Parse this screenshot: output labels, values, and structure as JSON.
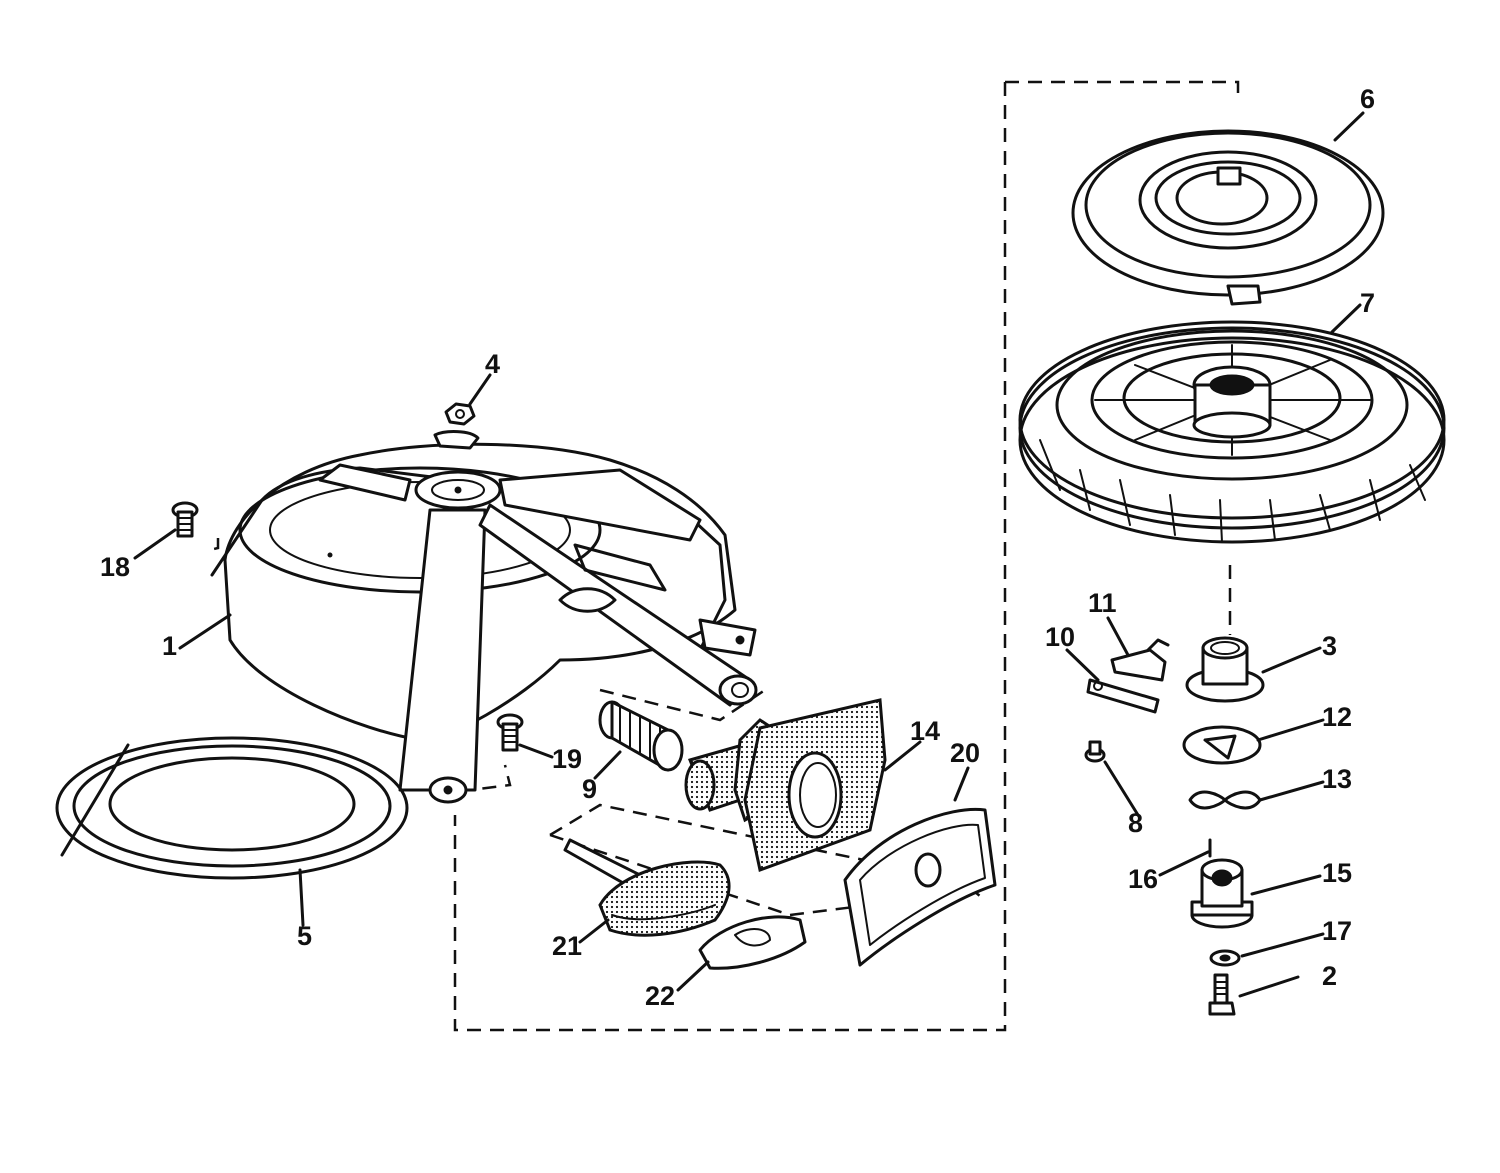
{
  "parts": [
    {
      "id": "part-1",
      "label": "1"
    },
    {
      "id": "part-2",
      "label": "2"
    },
    {
      "id": "part-3",
      "label": "3"
    },
    {
      "id": "part-4",
      "label": "4"
    },
    {
      "id": "part-5",
      "label": "5"
    },
    {
      "id": "part-6",
      "label": "6"
    },
    {
      "id": "part-7",
      "label": "7"
    },
    {
      "id": "part-8",
      "label": "8"
    },
    {
      "id": "part-9",
      "label": "9"
    },
    {
      "id": "part-10",
      "label": "10"
    },
    {
      "id": "part-11",
      "label": "11"
    },
    {
      "id": "part-12",
      "label": "12"
    },
    {
      "id": "part-13",
      "label": "13"
    },
    {
      "id": "part-14",
      "label": "14"
    },
    {
      "id": "part-15",
      "label": "15"
    },
    {
      "id": "part-16",
      "label": "16"
    },
    {
      "id": "part-17",
      "label": "17"
    },
    {
      "id": "part-18",
      "label": "18"
    },
    {
      "id": "part-19",
      "label": "19"
    },
    {
      "id": "part-20",
      "label": "20"
    },
    {
      "id": "part-21",
      "label": "21"
    },
    {
      "id": "part-22",
      "label": "22"
    }
  ],
  "colors": {
    "ink": "#111111",
    "paper": "#ffffff"
  }
}
